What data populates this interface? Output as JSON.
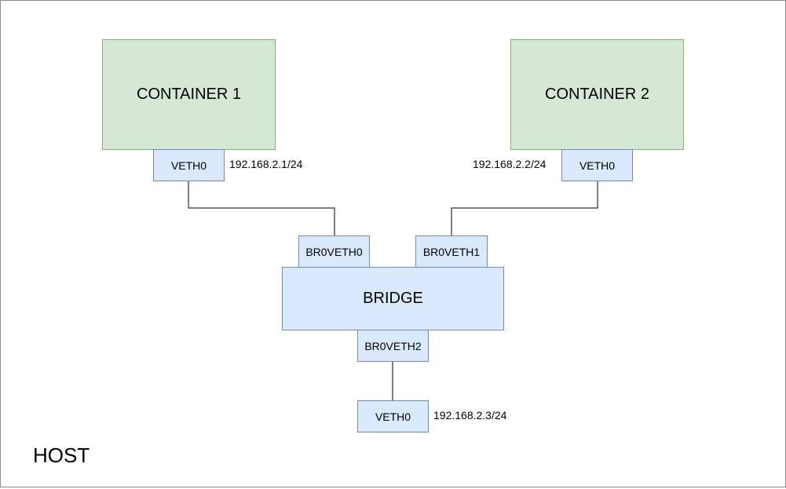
{
  "host": {
    "label": "HOST"
  },
  "containers": [
    {
      "label": "CONTAINER 1"
    },
    {
      "label": "CONTAINER 2"
    }
  ],
  "veth": [
    {
      "label": "VETH0",
      "ip": "192.168.2.1/24"
    },
    {
      "label": "VETH0",
      "ip": "192.168.2.2/24"
    },
    {
      "label": "VETH0",
      "ip": "192.168.2.3/24"
    }
  ],
  "bridge": {
    "label": "BRIDGE",
    "ports": [
      {
        "label": "BR0VETH0"
      },
      {
        "label": "BR0VETH1"
      },
      {
        "label": "BR0VETH2"
      }
    ]
  },
  "colors": {
    "container_fill": "#d5e8d4",
    "container_stroke": "#82b366",
    "interface_fill": "#dae8fc",
    "interface_stroke": "#6c8ebf",
    "wire": "#000000"
  }
}
